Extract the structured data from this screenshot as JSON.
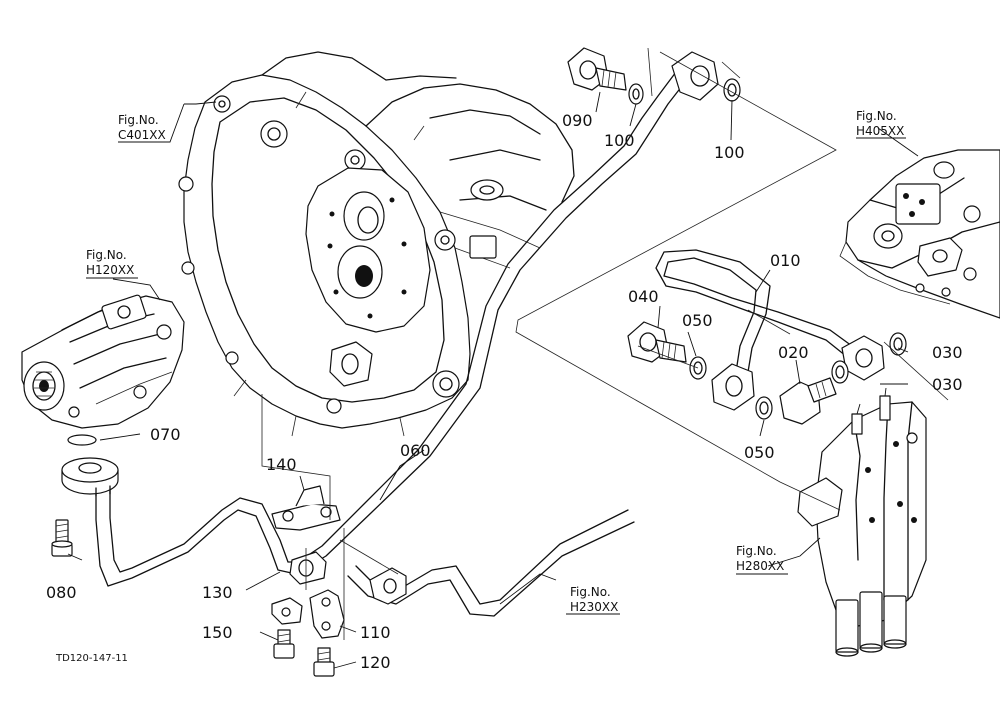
{
  "fig_refs": {
    "c401": {
      "line1": "Fig.No.",
      "line2": "C401XX"
    },
    "h120": {
      "line1": "Fig.No.",
      "line2": "H120XX"
    },
    "h405": {
      "line1": "Fig.No.",
      "line2": "H405XX"
    },
    "h280": {
      "line1": "Fig.No.",
      "line2": "H280XX"
    },
    "h230": {
      "line1": "Fig.No.",
      "line2": "H230XX"
    }
  },
  "parts": {
    "p010": "010",
    "p020": "020",
    "p030a": "030",
    "p030b": "030",
    "p040": "040",
    "p050a": "050",
    "p050b": "050",
    "p060": "060",
    "p070": "070",
    "p080": "080",
    "p090": "090",
    "p100a": "100",
    "p100b": "100",
    "p110": "110",
    "p120": "120",
    "p130": "130",
    "p140": "140",
    "p150": "150"
  },
  "drawing_code": "TD120-147-11"
}
